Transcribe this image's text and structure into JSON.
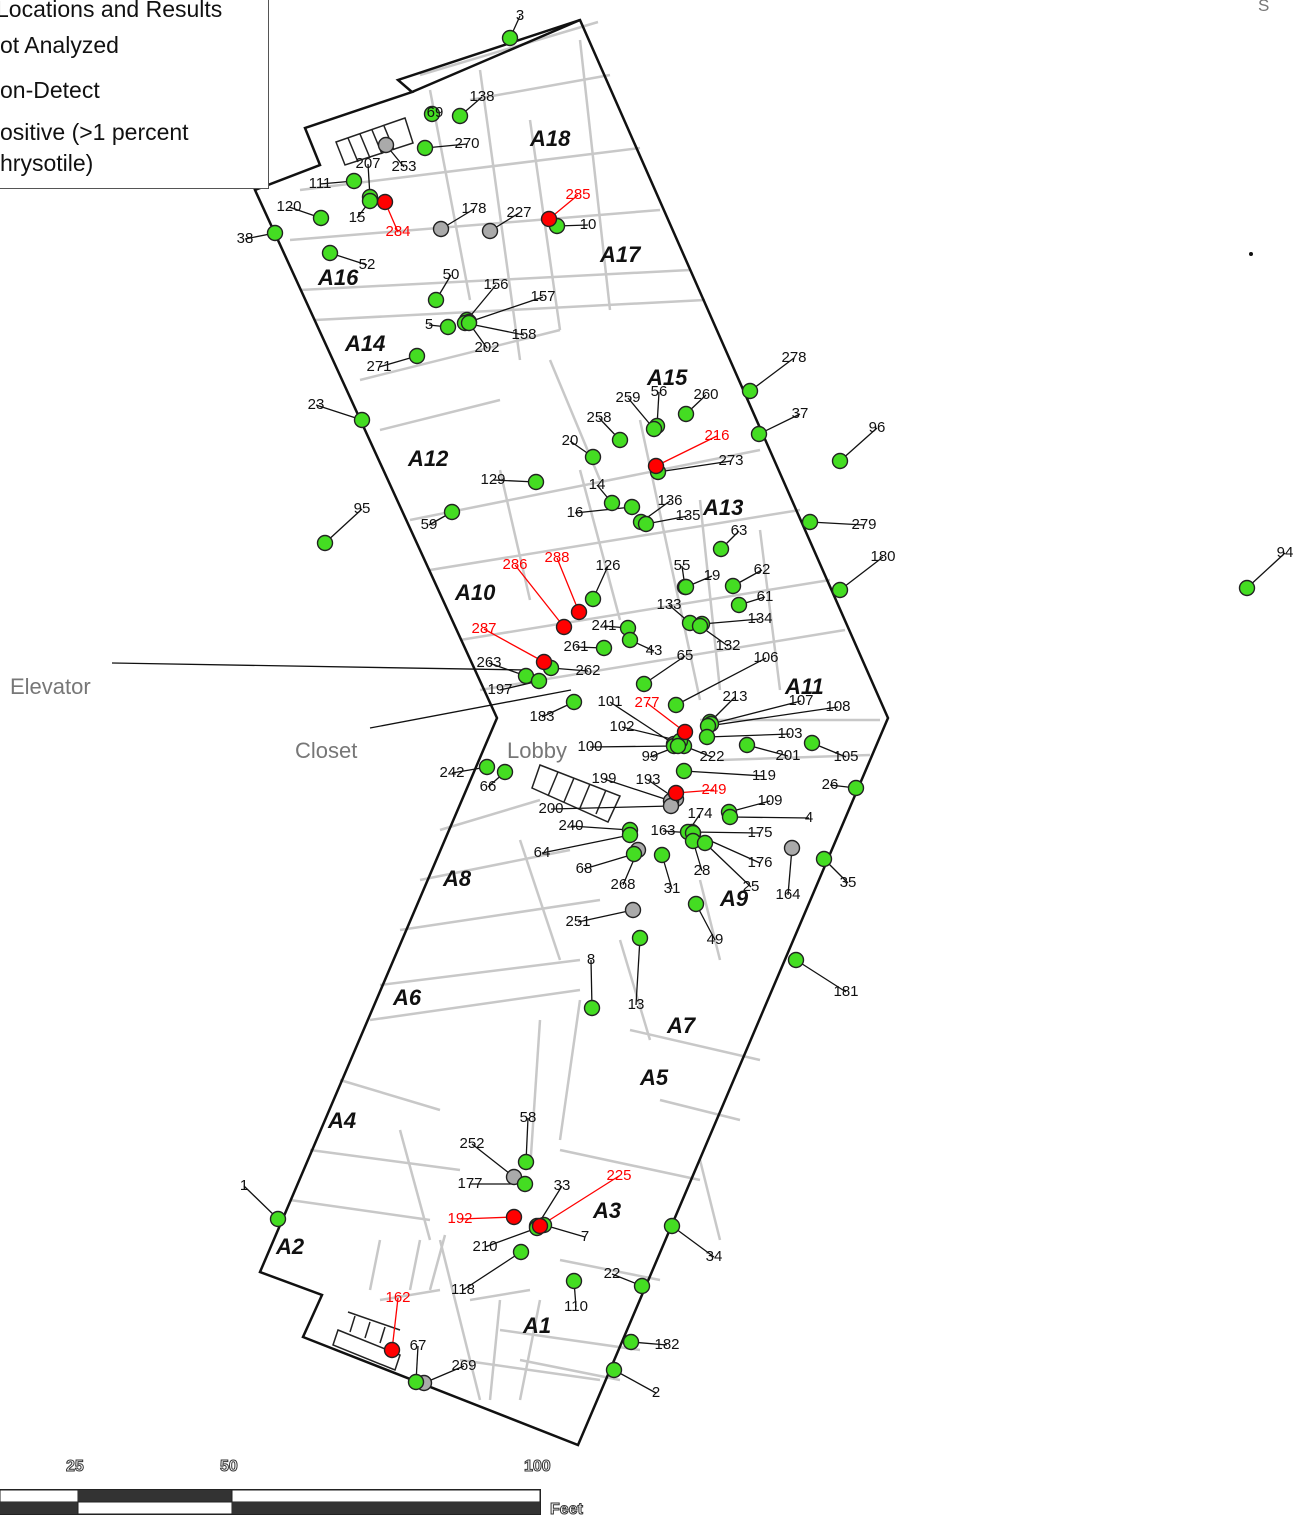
{
  "legend": {
    "title": "Locations and Results",
    "items": [
      {
        "label": "ot Analyzed",
        "color": "#aaaaaa"
      },
      {
        "label": "on-Detect",
        "color": "#44dd22"
      },
      {
        "label": "ositive (>1 percent",
        "label2": "hrysotile)",
        "color": "#ff0000"
      }
    ]
  },
  "corner_text": "S",
  "colors": {
    "green": "#44dd22",
    "gray": "#aaaaaa",
    "red": "#ff0000",
    "wall": "#111111",
    "interior": "#c8c8c8"
  },
  "areas": [
    "A18",
    "A17",
    "A16",
    "A15",
    "A14",
    "A13",
    "A12",
    "A11",
    "A10",
    "A9",
    "A8",
    "A7",
    "A6",
    "A5",
    "A4",
    "A3",
    "A2",
    "A1"
  ],
  "places": [
    "Elevator",
    "Closet",
    "Lobby"
  ],
  "samples": {
    "green": [
      "3",
      "69",
      "138",
      "270",
      "111",
      "207",
      "15",
      "10",
      "38",
      "120",
      "52",
      "50",
      "156",
      "157",
      "158",
      "5",
      "202",
      "271",
      "23",
      "278",
      "37",
      "96",
      "260",
      "56",
      "259",
      "258",
      "20",
      "273",
      "129",
      "14",
      "16",
      "136",
      "135",
      "59",
      "95",
      "279",
      "63",
      "180",
      "126",
      "55",
      "19",
      "62",
      "61",
      "134",
      "133",
      "132",
      "241",
      "43",
      "261",
      "65",
      "263",
      "262",
      "197",
      "183",
      "213",
      "106",
      "107",
      "108",
      "103",
      "201",
      "105",
      "222",
      "100",
      "102",
      "99",
      "119",
      "109",
      "4",
      "175",
      "176",
      "174",
      "163",
      "28",
      "25",
      "26",
      "35",
      "66",
      "242",
      "240",
      "64",
      "68",
      "31",
      "49",
      "181",
      "13",
      "8",
      "58",
      "177",
      "33",
      "7",
      "210",
      "118",
      "22",
      "34",
      "110",
      "182",
      "2",
      "1",
      "67",
      "94"
    ],
    "gray": [
      "253",
      "227",
      "178",
      "101",
      "193",
      "199",
      "200",
      "268",
      "251",
      "164",
      "252",
      "269"
    ],
    "red": [
      "285",
      "284",
      "216",
      "288",
      "286",
      "287",
      "277",
      "249",
      "225",
      "192",
      "162"
    ]
  },
  "scale": {
    "ticks": [
      "25",
      "50",
      "100"
    ],
    "unit": "Feet"
  }
}
